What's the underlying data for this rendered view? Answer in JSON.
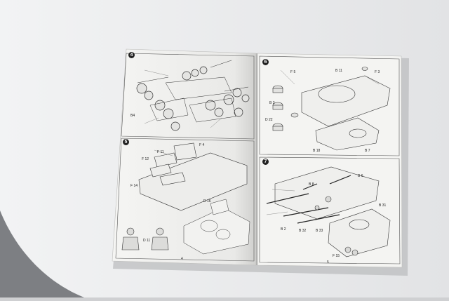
{
  "photo": {
    "subject": "open model kit instruction booklet",
    "colors": {
      "backdrop": "#cfd0d2",
      "sheet": "#eceeef",
      "page": "#f4f4f2",
      "ink": "#2a2a2a"
    }
  },
  "booklet": {
    "left_page": {
      "page_number": "4",
      "steps": [
        {
          "number": "4"
        },
        {
          "number": "5"
        }
      ]
    },
    "right_page": {
      "page_number": "5",
      "steps": [
        {
          "number": "6"
        },
        {
          "number": "7"
        }
      ]
    }
  },
  "part_labels": {
    "left": [
      "B4",
      "F 11",
      "F 12",
      "F 14",
      "D 16",
      "D 11",
      "F 4"
    ],
    "right": [
      "B 3",
      "B 11",
      "F 5",
      "F 3",
      "D 22",
      "B 18",
      "B 7",
      "B 6",
      "B 31",
      "B 8",
      "B 2",
      "B 32",
      "B 33",
      "F 15"
    ]
  }
}
